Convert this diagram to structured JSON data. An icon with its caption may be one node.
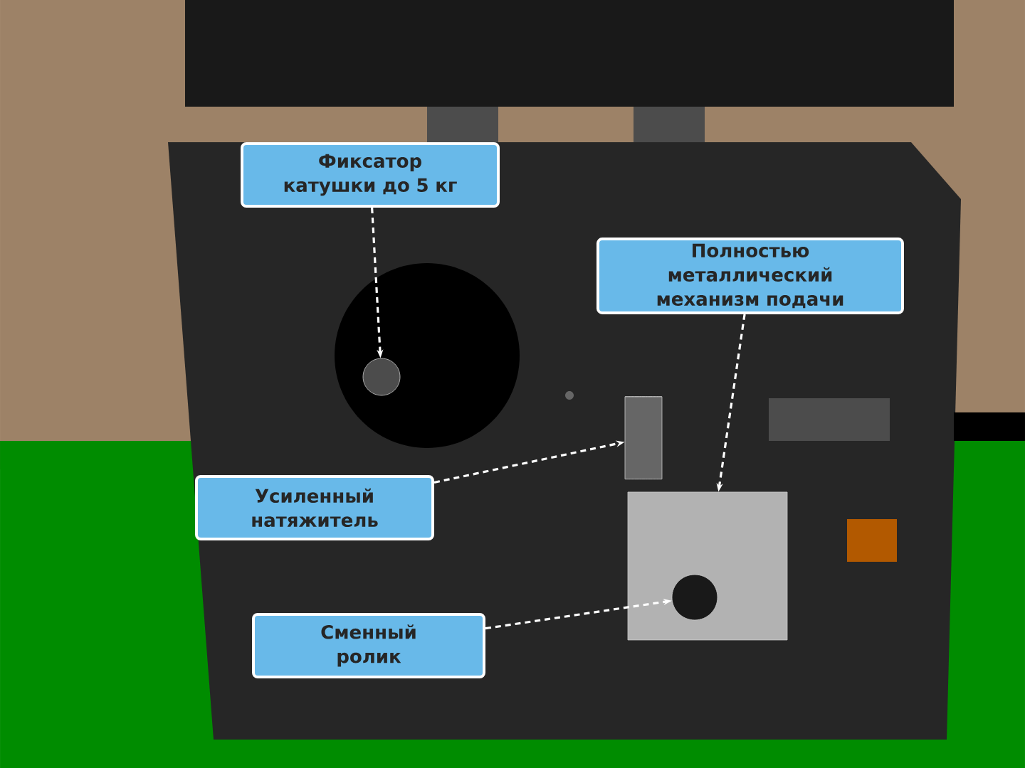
{
  "diagram": {
    "nodes": [
      {
        "text": [
          "Фиксатор катушки до 5 кг"
        ]
      },
      {
        "text": [
          "Полностью металлический механизм подачи"
        ]
      },
      {
        "text": [
          "Усиленный натяжитель"
        ]
      },
      {
        "text": [
          "Сменный ролик"
        ]
      },
      {
        "text": [],
        "shape": "circle"
      },
      {
        "text": [],
        "shape": "box"
      },
      {
        "text": [],
        "shape": "cylinder"
      },
      {
        "text": [],
        "shape": "circle",
        "in": 5
      }
    ],
    "edges": [
      {
        "from": 0,
        "to": 4,
        "arrow": "to",
        "style": "dashed"
      },
      {
        "from": 1,
        "to": 5,
        "arrow": "to",
        "style": "dashed"
      },
      {
        "from": 2,
        "to": 6,
        "arrow": "to",
        "style": "dashed"
      },
      {
        "from": 3,
        "to": 7,
        "arrow": "to",
        "style": "dashed"
      }
    ]
  }
}
